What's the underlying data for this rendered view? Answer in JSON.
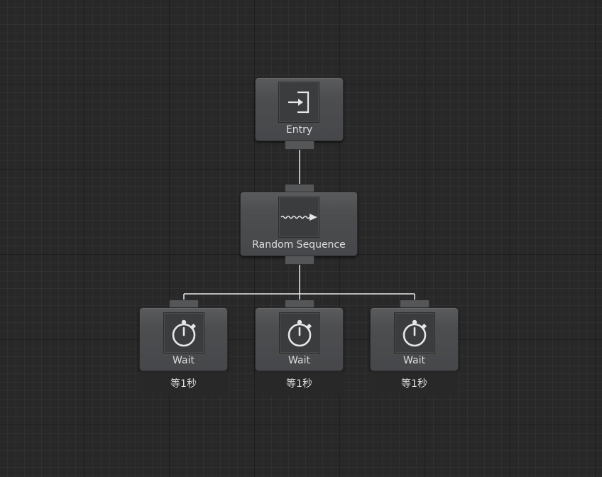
{
  "graph": {
    "entry": {
      "label": "Entry",
      "icon": "entry-arrow-icon"
    },
    "sequence": {
      "label": "Random Sequence",
      "icon": "wavy-arrow-icon"
    },
    "waits": [
      {
        "label": "Wait",
        "comment": "等1秒",
        "icon": "stopwatch-icon"
      },
      {
        "label": "Wait",
        "comment": "等1秒",
        "icon": "stopwatch-icon"
      },
      {
        "label": "Wait",
        "comment": "等1秒",
        "icon": "stopwatch-icon"
      }
    ]
  },
  "colors": {
    "background": "#282828",
    "node": "#4d4e50",
    "wire": "#e8e8e8",
    "text": "#dedede"
  }
}
